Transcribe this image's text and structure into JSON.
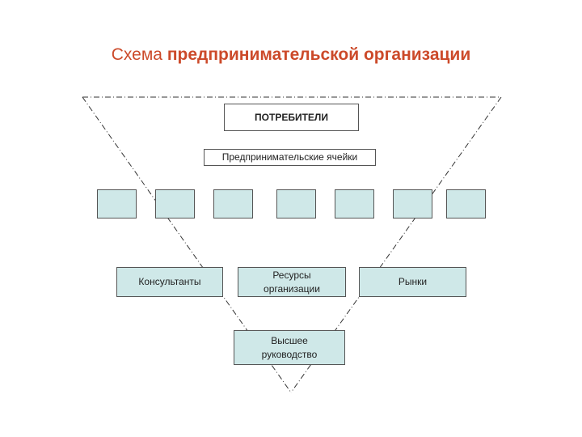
{
  "title": {
    "prefix": "Схема ",
    "bold": "предпринимательской организации",
    "color": "#cc4a2a"
  },
  "nodes": {
    "consumers": "ПОТРЕБИТЕЛИ",
    "cells_label": "Предпринимательские ячейки",
    "consultants": "Консультанты",
    "resources": "Ресурсы организации",
    "markets": "Рынки",
    "top_management": "Высшее руководство"
  },
  "cell_count": 7,
  "colors": {
    "box_fill": "#cfe8e8",
    "border": "#555555"
  }
}
